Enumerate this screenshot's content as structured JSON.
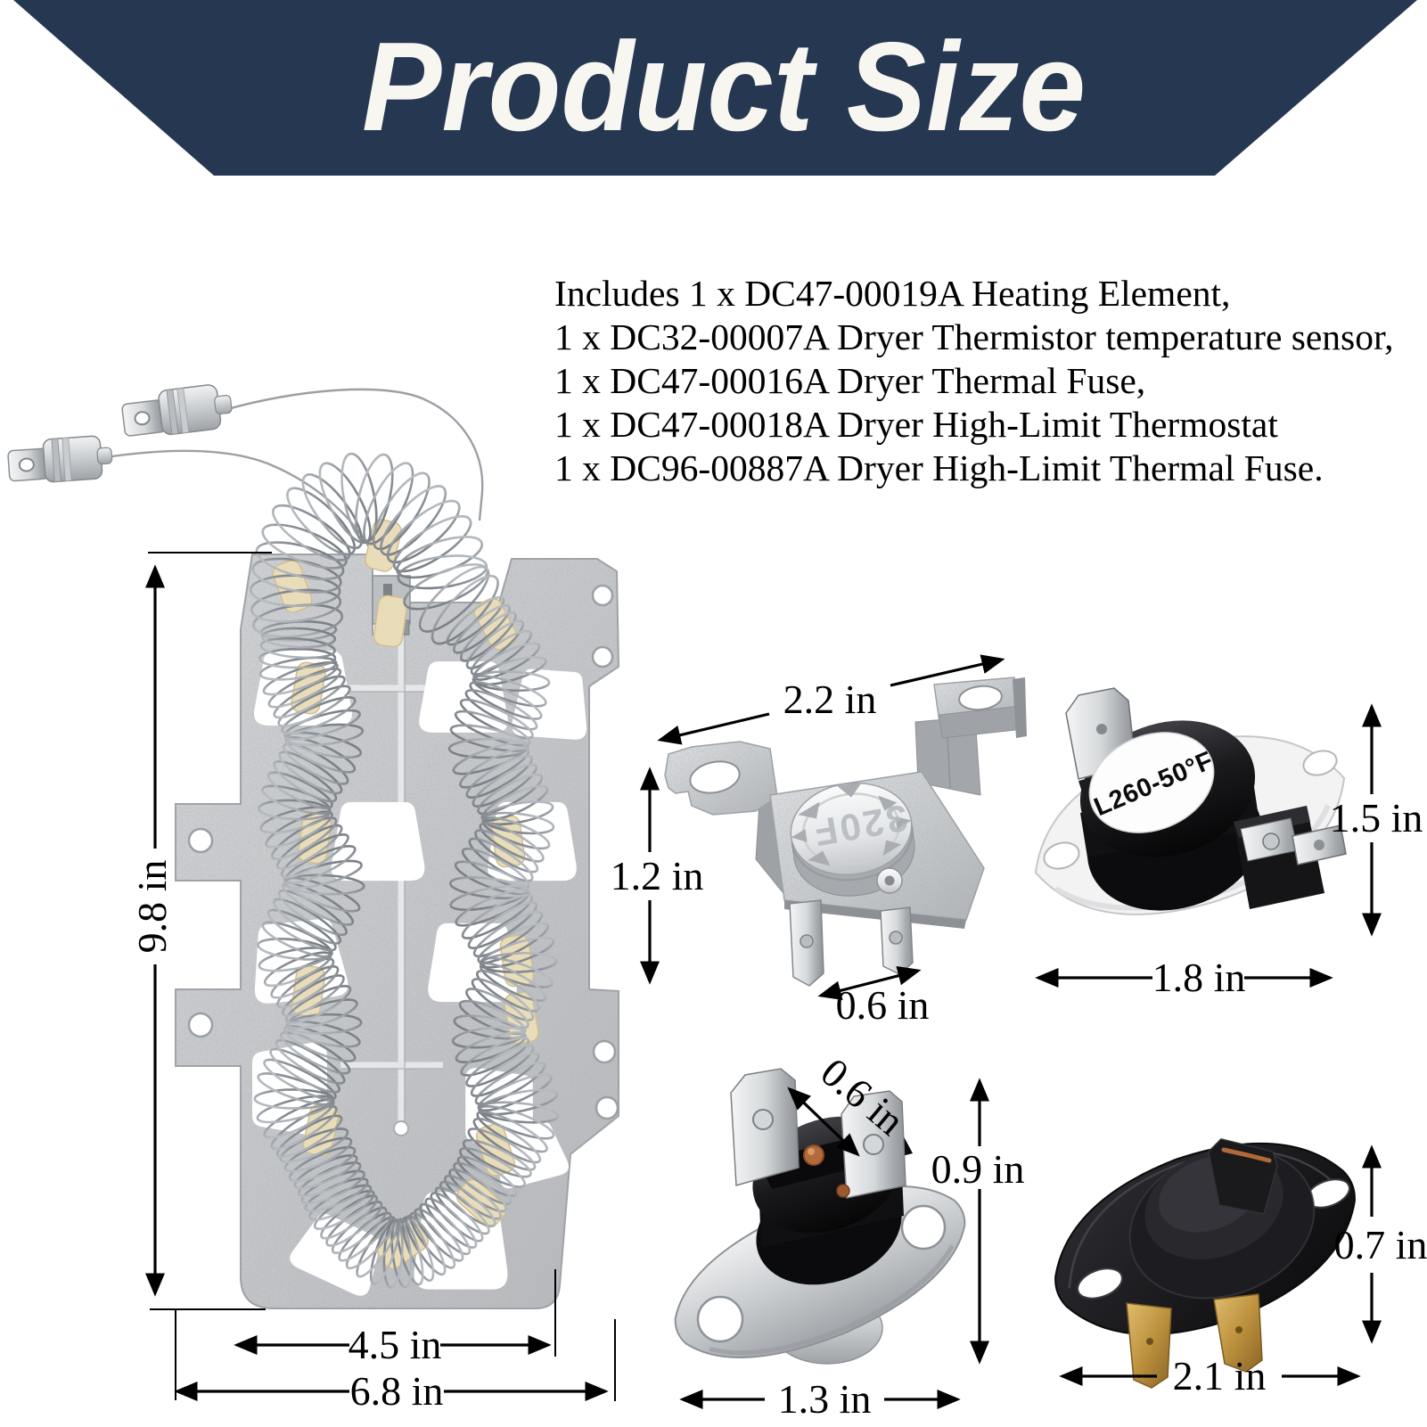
{
  "banner": {
    "title": "Product Size",
    "background_color": "#253751",
    "text_color": "#f8f6f1"
  },
  "includes": {
    "lines": [
      "Includes 1 x DC47-00019A Heating Element,",
      "1 x DC32-00007A Dryer Thermistor temperature sensor,",
      "1 x DC47-00016A Dryer Thermal Fuse,",
      "1 x DC47-00018A Dryer High-Limit Thermostat",
      "1 x DC96-00887A Dryer High-Limit Thermal Fuse."
    ]
  },
  "parts": {
    "heating_element": {
      "dim_height": "9.8 in",
      "dim_coil_width": "4.5 in",
      "dim_width": "6.8 in"
    },
    "high_limit_thermostat": {
      "marking": "320F",
      "dim_width": "2.2 in",
      "dim_height": "1.2 in",
      "dim_terminal": "0.6 in"
    },
    "cycling_thermostat": {
      "label": "L260-50°F",
      "dim_height": "1.5 in",
      "dim_width": "1.8 in"
    },
    "thermal_fuse": {
      "dim_terminal": "0.6 in",
      "dim_height": "0.9 in",
      "dim_width": "1.3 in"
    },
    "thermistor": {
      "dim_height": "0.7 in",
      "dim_width": "2.1 in"
    }
  },
  "colors": {
    "metal_light": "#d9dbdd",
    "metal_mid": "#bfc2c5",
    "coil_wire": "#8f959b",
    "ceramic_tan": "#e7d5a5",
    "plastic_black": "#141416",
    "brass": "#c09a4a",
    "copper": "#b36a3c",
    "annotation": "#000000"
  }
}
